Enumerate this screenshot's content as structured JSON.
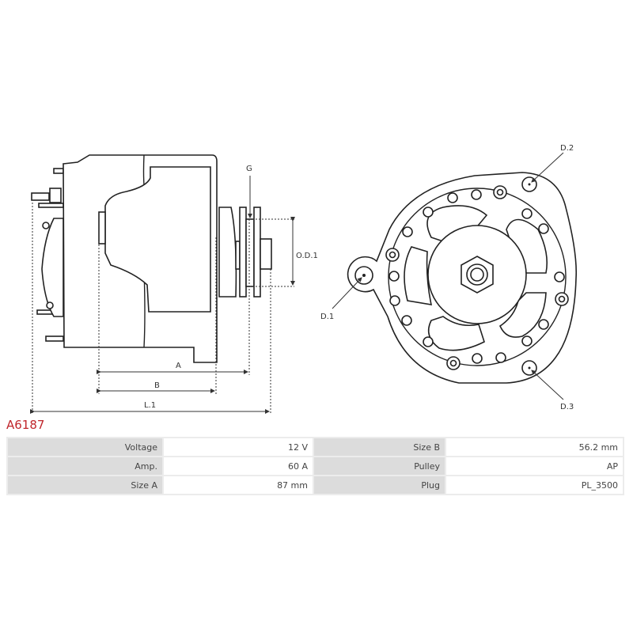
{
  "product": {
    "code": "A6187",
    "title_color": "#c0262c"
  },
  "drawing": {
    "labels": {
      "g": "G",
      "od1": "O.D.1",
      "a": "A",
      "b": "B",
      "l1": "L.1",
      "d1": "D.1",
      "d2": "D.2",
      "d3": "D.3"
    }
  },
  "specs": {
    "rows": [
      {
        "label1": "Voltage",
        "value1": "12 V",
        "label2": "Size B",
        "value2": "56.2 mm"
      },
      {
        "label1": "Amp.",
        "value1": "60 A",
        "label2": "Pulley",
        "value2": "AP"
      },
      {
        "label1": "Size A",
        "value1": "87 mm",
        "label2": "Plug",
        "value2": "PL_3500"
      }
    ]
  }
}
